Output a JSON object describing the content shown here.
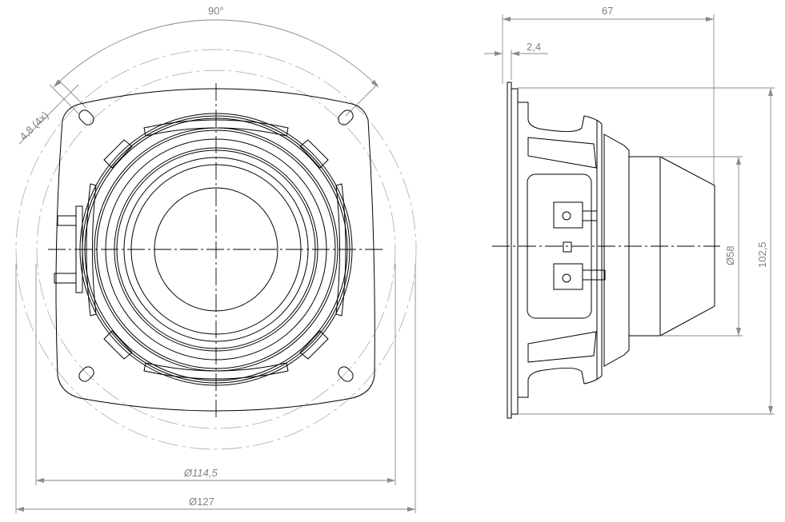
{
  "front_view": {
    "angle_label": "90°",
    "hole_label": "4,8 (4x)",
    "bolt_circle_label": "Ø114,5",
    "outer_diameter_label": "Ø127"
  },
  "side_view": {
    "depth_label": "67",
    "flange_label": "2,4",
    "magnet_diameter_label": "Ø58",
    "height_label": "102,5"
  },
  "colors": {
    "line": "#000000",
    "dimension": "#8a8a8a",
    "construction": "#b5b5b5"
  }
}
